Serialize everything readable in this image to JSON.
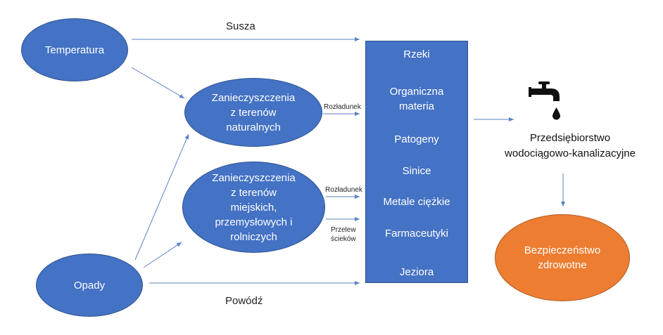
{
  "nodes": {
    "temperatura": "Temperatura",
    "opady": "Opady",
    "natural": "Zanieczyszczenia\nz terenów\nnaturalnych",
    "urban": "Zanieczyszczenia\nz terenów\nmiejskich,\nprzemysłowych i\nrolniczych",
    "health": "Bezpieczeństwo\nzdrowotne"
  },
  "edge_labels": {
    "susza": "Susza",
    "powodz": "Powódź",
    "rozladunek_1": "Rozładunek",
    "rozladunek_2": "Rozładunek",
    "przelew": "Przelew\nścieków"
  },
  "water_bodies": {
    "items": [
      "Rzeki",
      "Organiczna\nmateria",
      "Patogeny",
      "Sinice",
      "Metale ciężkie",
      "Farmaceutyki",
      "Jeziora"
    ]
  },
  "utility": {
    "label": "Przedsiębiorstwo\nwodociągowo-kanalizacyjne",
    "icon": "water-tap-icon"
  },
  "colors": {
    "node_fill": "#4472c4",
    "node_border": "#2f528f",
    "health_fill": "#ed7d31",
    "arrow": "#5b82c7"
  }
}
